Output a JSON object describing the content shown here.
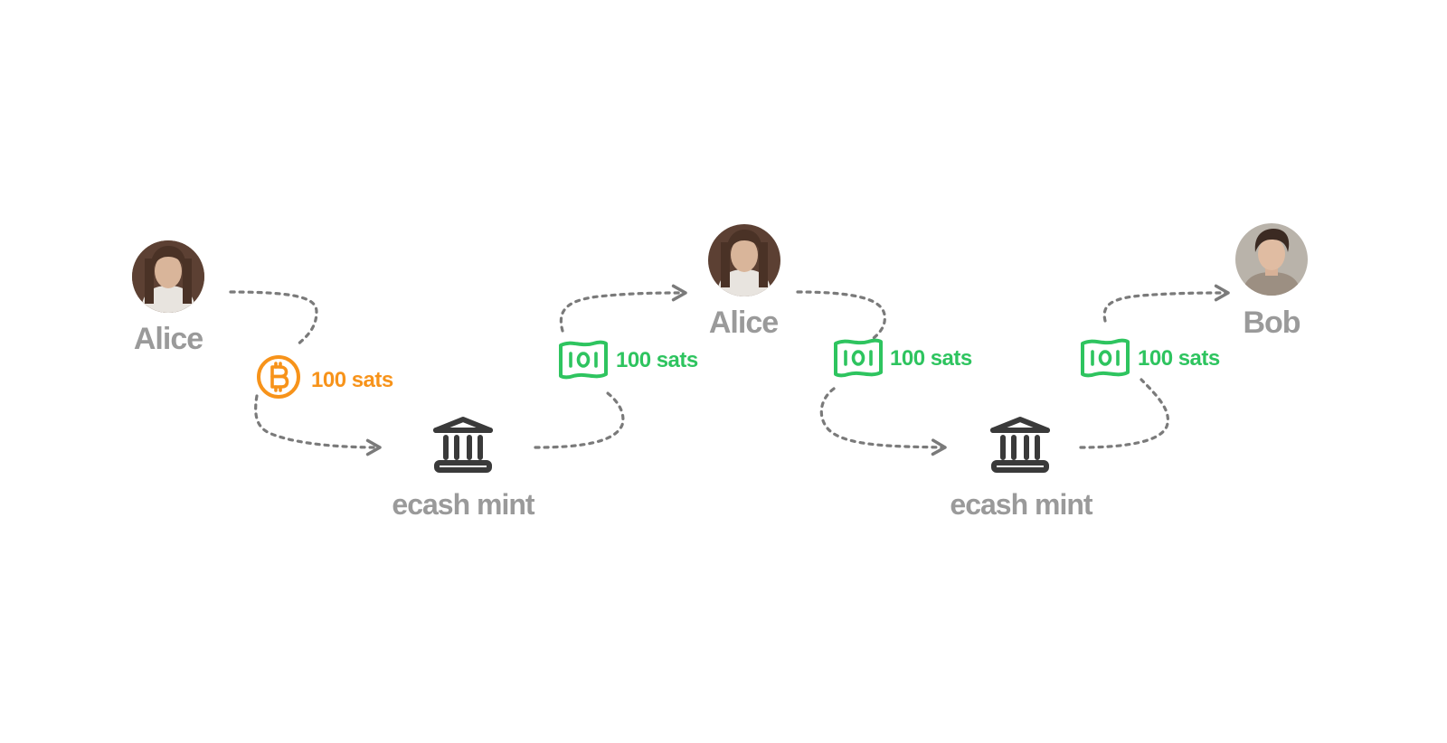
{
  "colors": {
    "label_gray": "#9a9a9a",
    "arrow_gray": "#7a7a7a",
    "bitcoin_orange": "#f7931a",
    "ecash_green": "#2ec45f",
    "bank_dark": "#3a3a3a"
  },
  "participants": {
    "alice_1": "Alice",
    "alice_2": "Alice",
    "bob": "Bob"
  },
  "mints": {
    "mint_1": "ecash mint",
    "mint_2": "ecash mint"
  },
  "amounts": {
    "btc_deposit": "100 sats",
    "ecash_withdraw": "100 sats",
    "ecash_send": "100 sats",
    "ecash_receive": "100 sats"
  },
  "icons": {
    "bitcoin": "bitcoin-icon",
    "ecash_note": "banknote-icon",
    "mint": "bank-icon"
  }
}
